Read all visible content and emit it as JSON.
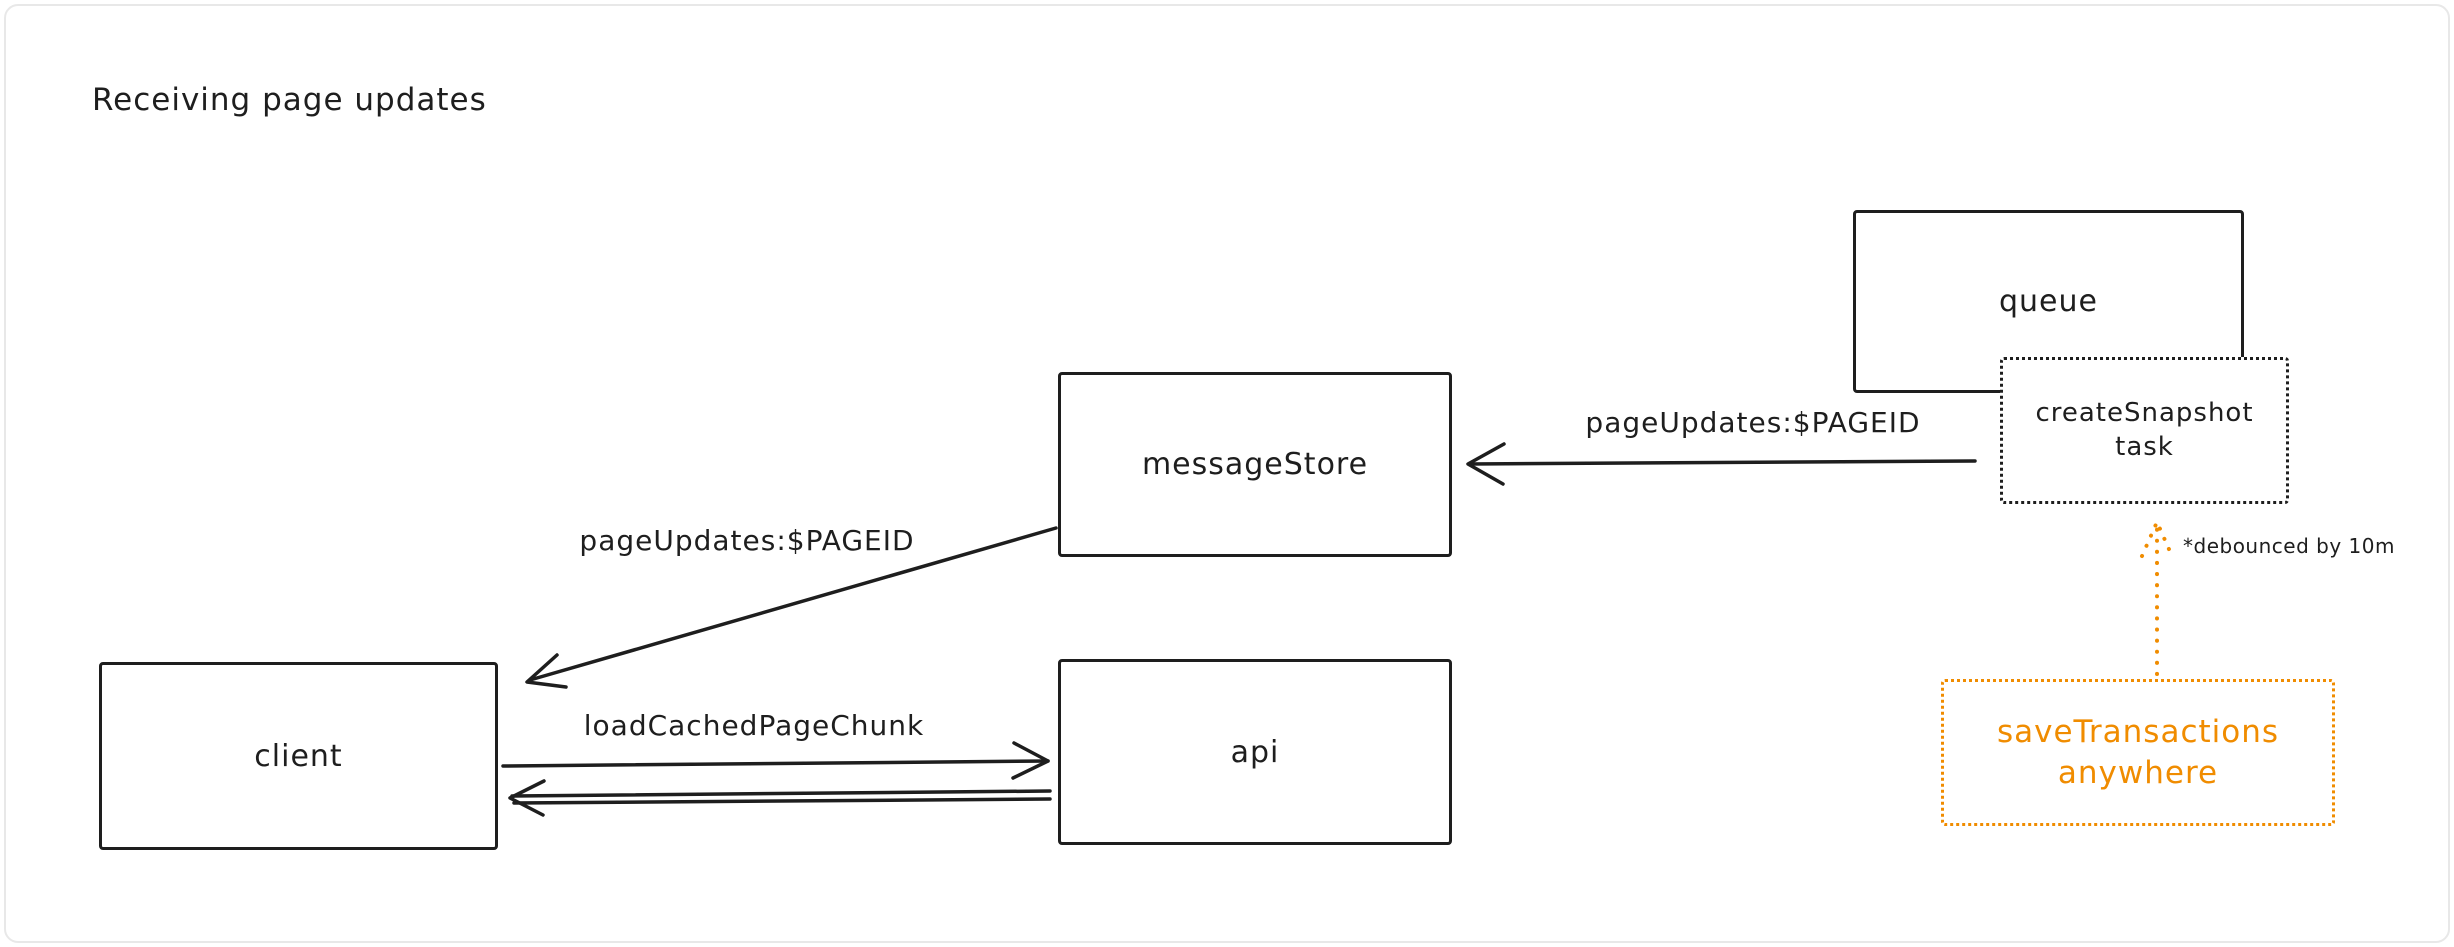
{
  "title": "Receiving page updates",
  "nodes": {
    "queue": {
      "label": "queue"
    },
    "createSnapshotTask": {
      "label": "createSnapshot\ntask"
    },
    "messageStore": {
      "label": "messageStore"
    },
    "client": {
      "label": "client"
    },
    "api": {
      "label": "api"
    },
    "saveTransactions": {
      "label": "saveTransactions\nanywhere"
    }
  },
  "edges": {
    "queueToMessageStore": {
      "label": "pageUpdates:$PAGEID"
    },
    "messageStoreToClient": {
      "label": "pageUpdates:$PAGEID"
    },
    "clientToApi": {
      "label": "loadCachedPageChunk"
    },
    "saveTransactionsToSnapshot": {
      "note": "*debounced by 10m"
    }
  },
  "colors": {
    "stroke": "#1e1e1e",
    "orange": "#f08c00",
    "frame": "#e8e8e8",
    "background": "#ffffff"
  }
}
